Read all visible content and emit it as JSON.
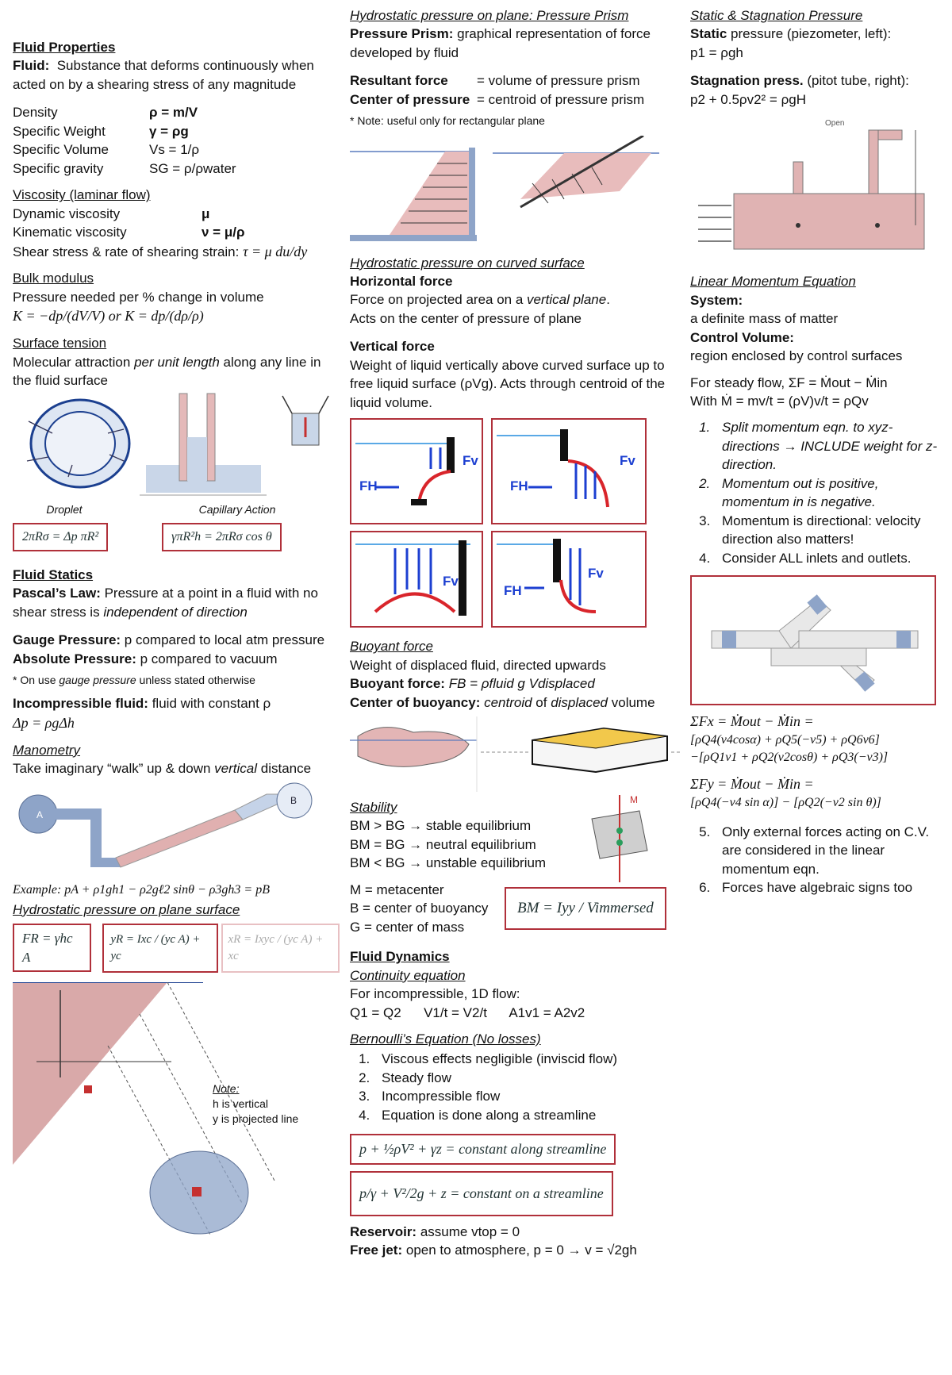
{
  "col1": {
    "fluid_properties": {
      "heading": "Fluid Properties",
      "fluid_label": "Fluid:",
      "fluid_def": "Substance that deforms continuously when acted on by a shearing stress of any magnitude",
      "props": [
        {
          "name": "Density",
          "formula": "ρ = m/V"
        },
        {
          "name": "Specific Weight",
          "formula": "γ = ρg"
        },
        {
          "name": "Specific Volume",
          "formula": "Vs = 1/ρ"
        },
        {
          "name": "Specific gravity",
          "formula": "SG = ρ/ρwater"
        }
      ]
    },
    "viscosity": {
      "heading": "Viscosity (laminar flow)",
      "items": [
        {
          "name": "Dynamic viscosity",
          "formula": "μ"
        },
        {
          "name": "Kinematic viscosity",
          "formula": "ν = μ/ρ"
        }
      ],
      "shear": "Shear stress & rate of shearing strain:",
      "shear_formula": "τ = μ du/dy"
    },
    "bulk": {
      "heading": "Bulk modulus",
      "desc": "Pressure needed per % change in volume",
      "formula": "K = −dp/(dV/V) or K = dp/(dρ/ρ)"
    },
    "surface": {
      "heading": "Surface tension",
      "desc_pre": "Molecular attraction ",
      "desc_it": "per unit length",
      "desc_post": " along any line in the fluid surface",
      "droplet": "Droplet",
      "capillary": "Capillary Action",
      "droplet_formula": "2πRσ = Δp πR²",
      "capillary_formula": "γπR²h = 2πRσ cos θ"
    },
    "statics": {
      "heading": "Fluid Statics",
      "pascal_label": "Pascal’s Law:",
      "pascal_pre": " Pressure at a point in a fluid with no shear stress is ",
      "pascal_it": "independent of direction",
      "gauge_label": "Gauge Pressure:",
      "gauge": " p compared to local atm pressure",
      "abs_label": "Absolute Pressure:",
      "abs": " p compared to vacuum",
      "note_pre": "* On use ",
      "note_it": "gauge pressure",
      "note_post": " unless stated otherwise",
      "incomp_label": "Incompressible fluid:",
      "incomp": " fluid with constant ρ",
      "incomp_formula": "Δp = ρgΔh"
    },
    "manometry": {
      "heading": "Manometry",
      "desc_pre": "Take imaginary “walk” up & down ",
      "desc_it": "vertical",
      "desc_post": " distance",
      "example": "Example: pA + ρ1gh1 − ρ2gℓ2 sinθ − ρ3gh3 = pB"
    },
    "plane": {
      "heading": "Hydrostatic pressure on plane surface",
      "f1": "FR = γhc A",
      "f2": "yR = Ixc / (yc A) + yc",
      "f3": "xR = Ixyc / (yc A) + xc",
      "note_h": "Note:",
      "note1": "h is vertical",
      "note2": "y is projected line"
    }
  },
  "col2": {
    "prism": {
      "heading": "Hydrostatic pressure on plane: Pressure Prism",
      "def_label": "Pressure Prism:",
      "def": " graphical representation of force developed by fluid",
      "res_label": "Resultant force",
      "res": "= volume of pressure prism",
      "cp_label": "Center of pressure",
      "cp": "= centroid of pressure prism",
      "note": "* Note: useful only for rectangular plane"
    },
    "curved": {
      "heading": "Hydrostatic pressure on curved surface",
      "hf": "Horizontal force",
      "hf1_pre": "Force on projected area on a ",
      "hf1_it": "vertical plane",
      "hf1_post": ".",
      "hf2": "Acts on the center of pressure of plane",
      "vf": "Vertical force",
      "vf_desc": "Weight of liquid vertically above curved surface up to free liquid surface (ρVg). Acts through centroid of the liquid volume.",
      "fv": "Fv",
      "fh": "FH"
    },
    "buoyant": {
      "heading": "Buoyant force",
      "desc": "Weight of displaced fluid, directed upwards",
      "bf_label": "Buoyant force:",
      "bf": " FB = ρfluid g Vdisplaced",
      "cb_label": "Center of buoyancy:",
      "cb_it": " centroid",
      "cb_mid": " of ",
      "cb_it2": "displaced",
      "cb_post": " volume"
    },
    "stability": {
      "heading": "Stability",
      "rows": [
        "BM > BG → stable equilibrium",
        "BM = BG → neutral equilibrium",
        "BM < BG → unstable equilibrium"
      ],
      "defs": [
        "M = metacenter",
        "B  = center of buoyancy",
        "G  = center of mass"
      ],
      "bm_formula": "BM = Iyy / Vimmersed"
    },
    "dynamics": {
      "heading": "Fluid Dynamics",
      "cont": "Continuity equation",
      "cont_desc": "For incompressible, 1D flow:",
      "cont_eq": "Q1 = Q2      V1/t = V2/t      A1v1 = A2v2",
      "bern": "Bernoulli’s Equation (No losses)",
      "bern_items": [
        "Viscous effects negligible (inviscid flow)",
        "Steady flow",
        "Incompressible flow",
        "Equation is done along a streamline"
      ],
      "bern_f1": "p + ½ρV² + γz = constant along streamline",
      "bern_f2": "p/γ + V²/2g + z = constant on a streamline",
      "res_label": "Reservoir:",
      "res": " assume vtop = 0",
      "jet_label": "Free jet:",
      "jet": " open to atmosphere, p = 0 → v = √2gh"
    }
  },
  "col3": {
    "static": {
      "heading": "Static & Stagnation Pressure",
      "s_label": "Static",
      "s": " pressure (piezometer, left):",
      "s_eq": "p1 = ρgh",
      "st_label": "Stagnation press.",
      "st": " (pitot tube, right):",
      "st_eq": "p2 + 0.5ρv2² = ρgH",
      "open": "Open"
    },
    "momentum": {
      "heading": "Linear Momentum Equation",
      "sys_label": "System:",
      "sys": "a definite mass of matter",
      "cv_label": "Control Volume:",
      "cv": "region enclosed by control surfaces",
      "steady": "For steady flow, ΣF = Ṁout − Ṁin",
      "with": "With Ṁ = mv/t = (ρV)v/t = ρQv",
      "steps": [
        "Split momentum eqn. to xyz-directions → INCLUDE weight for z-direction.",
        "Momentum out is positive, momentum in is negative.",
        "Momentum is directional: velocity direction also matters!",
        "Consider ALL inlets and outlets."
      ],
      "fx1": "ΣFx = Ṁout − Ṁin =",
      "fx2": "[ρQ4(v4cosα) + ρQ5(−v5) + ρQ6v6]",
      "fx3": "−[ρQ1v1 + ρQ2(v2cosθ) + ρQ3(−v3)]",
      "fy1": "ΣFy = Ṁout − Ṁin =",
      "fy2": "[ρQ4(−v4 sin α)] − [ρQ2(−v2 sin θ)]",
      "steps2": [
        "Only external forces acting on C.V. are considered in the linear momentum eqn.",
        "Forces have algebraic signs too"
      ]
    }
  },
  "colors": {
    "box_border": "#b0303a",
    "fluid_fill": "#e7c3c3",
    "water_blue": "#5aa9e6",
    "arrow_blue": "#1c3fd1",
    "surface_red": "#d9252b"
  }
}
